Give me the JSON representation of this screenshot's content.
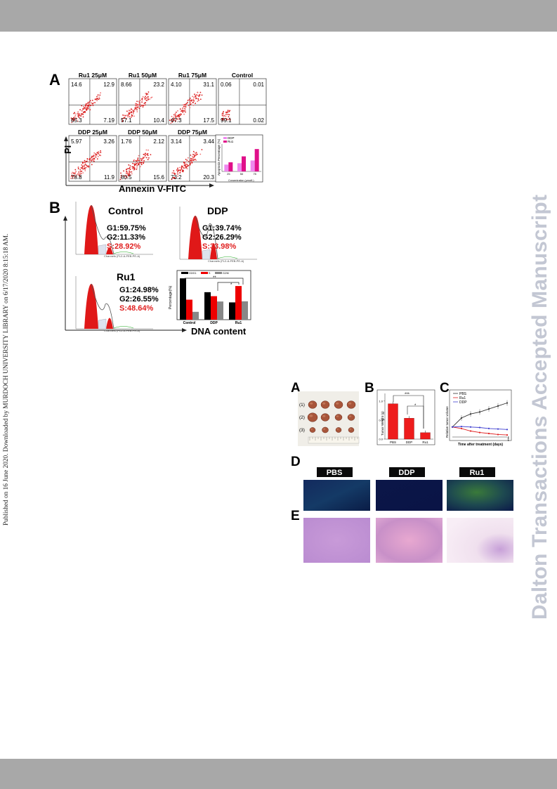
{
  "sidenote": "Published on 16 June 2020. Downloaded by MURDOCH UNIVERSITY LIBRARY on 6/17/2020 8:15:18 AM.",
  "watermark": "Dalton Transactions Accepted Manuscript",
  "figure1": {
    "panelA": {
      "letter": "A",
      "ylabel": "PI",
      "xlabel": "Annexin V-FITC",
      "plots": [
        {
          "title": "Ru1 25μM",
          "q": [
            "14.6",
            "12.9",
            "65.3",
            "7.19"
          ]
        },
        {
          "title": "Ru1 50μM",
          "q": [
            "8.66",
            "23.2",
            "57.1",
            "10.4"
          ]
        },
        {
          "title": "Ru1 75μM",
          "q": [
            "4.10",
            "31.1",
            "47.3",
            "17.5"
          ]
        },
        {
          "title": "Control",
          "q": [
            "0.06",
            "0.01",
            "99.1",
            "0.02"
          ]
        },
        {
          "title": "DDP 25μM",
          "q": [
            "5.97",
            "3.26",
            "78.8",
            "11.9"
          ]
        },
        {
          "title": "DDP 50μM",
          "q": [
            "1.76",
            "2.12",
            "80.5",
            "15.6"
          ]
        },
        {
          "title": "DDP 75μM",
          "q": [
            "3.14",
            "3.44",
            "73.2",
            "20.3"
          ]
        }
      ],
      "inset": {
        "ylabel": "Apoptosis Percentage (%)",
        "xlabel": "Concentration (μmol/L)",
        "legend": [
          "DDP",
          "Ru1"
        ],
        "colors": [
          "#ee88ee",
          "#e0108a"
        ]
      }
    },
    "panelB": {
      "letter": "B",
      "xlabel": "DNA content",
      "histograms": [
        {
          "title": "Control",
          "g1": "G1:59.75%",
          "g2": "G2:11.33%",
          "s": "S:28.92%"
        },
        {
          "title": "DDP",
          "g1": "G1:39.74%",
          "g2": "G2:26.29%",
          "s": "S:33.98%"
        },
        {
          "title": "Ru1",
          "g1": "G1:24.98%",
          "g2": "G2:26.55%",
          "s": "S:48.64%"
        }
      ],
      "hist_axis": "Channels (FL2-A-FEB-PE-A)",
      "bar_ylabel": "Percentage(%)",
      "bar_legend": [
        "G0/G1",
        "S",
        "G2/M"
      ],
      "bar_colors": [
        "#000000",
        "#ee0000",
        "#888888"
      ],
      "sig": [
        "**",
        "*"
      ],
      "accent": "#e02020"
    }
  },
  "figure2": {
    "panelA": {
      "letter": "A",
      "rows": [
        "(1)",
        "(2)",
        "(3)"
      ]
    },
    "panelB": {
      "letter": "B",
      "ylabel": "Tumor Weight (g)",
      "sig": [
        "***",
        "*"
      ]
    },
    "panelC": {
      "letter": "C",
      "legend": [
        "PBS",
        "Ru1",
        "DDP"
      ],
      "ylabel": "Relative tumor volume",
      "xlabel": "Time after treatment (days)",
      "sig": "***",
      "colors": [
        "#333333",
        "#e02020",
        "#4040d0"
      ]
    },
    "panelD": {
      "letter": "D",
      "labels": [
        "PBS",
        "DDP",
        "Ru1"
      ]
    },
    "panelE": {
      "letter": "E"
    }
  },
  "chart_data": [
    {
      "type": "bar",
      "title": "",
      "xlabel": "Concentration (μmol/L)",
      "ylabel": "Apoptosis Percentage (%)",
      "categories": [
        "25",
        "50",
        "75"
      ],
      "series": [
        {
          "name": "DDP",
          "values": [
            15,
            18,
            24
          ]
        },
        {
          "name": "Ru1",
          "values": [
            20,
            33,
            49
          ]
        }
      ],
      "ylim": [
        0,
        60
      ]
    },
    {
      "type": "bar",
      "title": "",
      "xlabel": "",
      "ylabel": "Percentage(%)",
      "categories": [
        "Control",
        "DDP",
        "Ru1"
      ],
      "series": [
        {
          "name": "G0/G1",
          "values": [
            59.75,
            39.74,
            24.98
          ]
        },
        {
          "name": "S",
          "values": [
            28.92,
            33.98,
            48.64
          ]
        },
        {
          "name": "G2/M",
          "values": [
            11.33,
            26.29,
            26.55
          ]
        }
      ],
      "ylim": [
        0,
        65
      ]
    },
    {
      "type": "bar",
      "title": "",
      "xlabel": "",
      "ylabel": "Tumor Weight (g)",
      "categories": [
        "PBS",
        "DDP",
        "Ru1"
      ],
      "values": [
        0.93,
        0.55,
        0.17
      ],
      "ylim": [
        0,
        1.2
      ],
      "yticks": [
        "0.0",
        "0.5",
        "1.0"
      ]
    },
    {
      "type": "line",
      "title": "",
      "xlabel": "Time after treatment (days)",
      "ylabel": "Relative tumor volume",
      "x": [
        0,
        1,
        2,
        3,
        4,
        5,
        6
      ],
      "series": [
        {
          "name": "PBS",
          "values": [
            1.0,
            1.9,
            2.3,
            2.5,
            2.8,
            3.1,
            3.4
          ]
        },
        {
          "name": "Ru1",
          "values": [
            1.0,
            0.85,
            0.6,
            0.45,
            0.35,
            0.25,
            0.2
          ]
        },
        {
          "name": "DDP",
          "values": [
            1.0,
            1.05,
            1.0,
            0.95,
            0.85,
            0.8,
            0.75
          ]
        }
      ],
      "ylim": [
        0,
        4
      ]
    }
  ]
}
